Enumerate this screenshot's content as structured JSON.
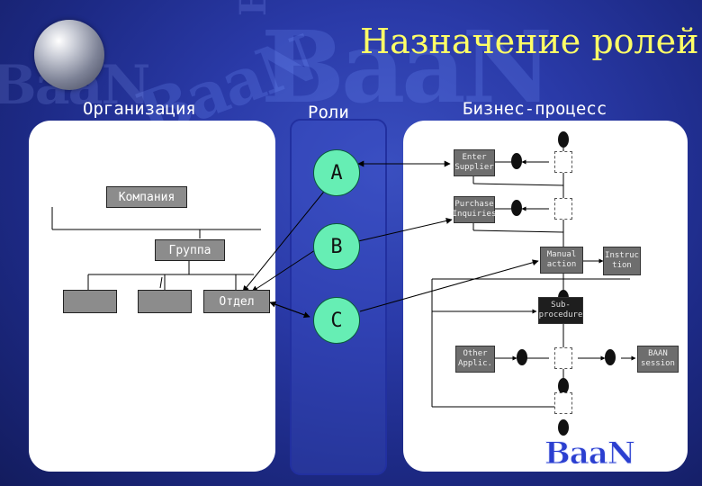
{
  "slide": {
    "title": "Назначение ролей",
    "watermark": [
      "BaaN",
      "BaaN",
      "BaaN",
      "BaaN"
    ]
  },
  "headers": {
    "organization": "Организация",
    "roles": "Роли",
    "business_process": "Бизнес-процесс"
  },
  "organization": {
    "company": "Компания",
    "group": "Группа",
    "department": "Отдел"
  },
  "roles": [
    "A",
    "B",
    "C"
  ],
  "process": {
    "enter_suppliers": "Enter\nSupplier",
    "purchase_inquiries": "Purchase\nInquiries",
    "manual_action": "Manual\naction",
    "instruction": "Instruc\ntion",
    "sub_procedure": "Sub-\nprocedure",
    "other_applications": "Other\nApplic.",
    "baan_session": "BAAN\nsession"
  },
  "logo": {
    "text_b": "B",
    "text_aa": "aa",
    "text_n": "N"
  },
  "colors": {
    "title": "#ffff66",
    "role_fill": "#66eeb4",
    "background": "#2a3aa8"
  }
}
